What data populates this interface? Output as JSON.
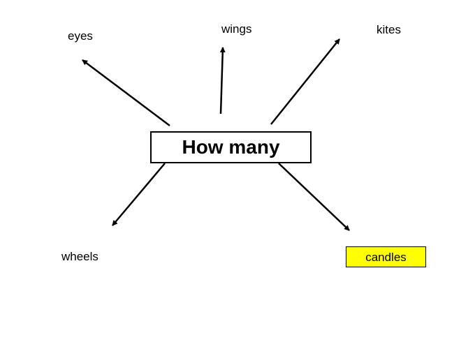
{
  "center": {
    "label": "How many"
  },
  "branches": {
    "eyes": "eyes",
    "wings": "wings",
    "kites": "kites",
    "wheels": "wheels",
    "candles": "candles"
  },
  "colors": {
    "highlight": "#ffff00",
    "stroke": "#000000"
  }
}
